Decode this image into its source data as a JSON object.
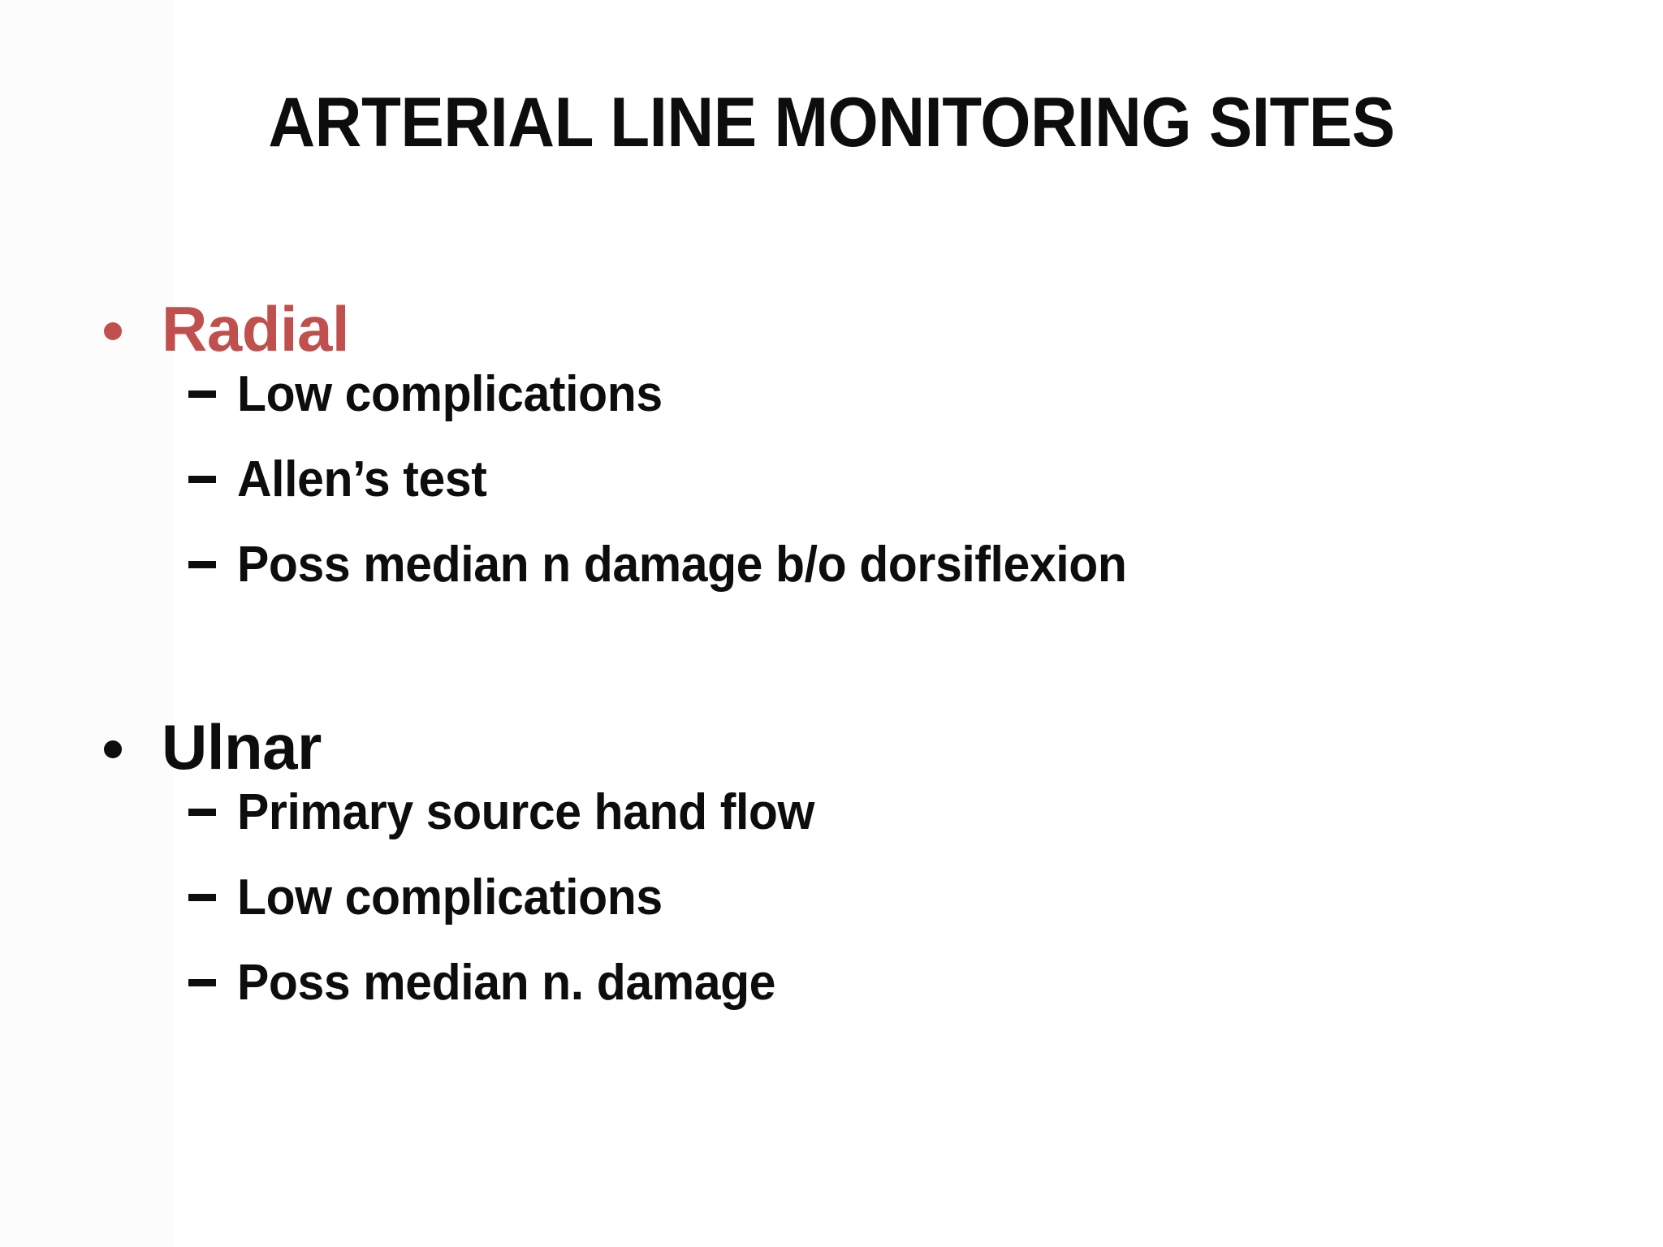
{
  "slide": {
    "title": "ARTERIAL LINE MONITORING SITES",
    "background_color": "#ffffff",
    "accent_color": "#C0504D",
    "text_color": "#0D0D0D",
    "groups": [
      {
        "id": "radial",
        "heading": "Radial",
        "heading_color": "#C0504D",
        "bullet_marker": "filled-circle",
        "items": [
          {
            "marker": "en-dash",
            "text": "Low complications"
          },
          {
            "marker": "en-dash",
            "text": "Allen’s test"
          },
          {
            "marker": "en-dash",
            "text": "Poss median n damage b/o dorsiflexion"
          }
        ]
      },
      {
        "id": "ulnar",
        "heading": "Ulnar",
        "heading_color": "#0D0D0D",
        "bullet_marker": "filled-circle",
        "items": [
          {
            "marker": "en-dash",
            "text": "Primary source hand flow"
          },
          {
            "marker": "en-dash",
            "text": "Low complications"
          },
          {
            "marker": "en-dash",
            "text": "Poss median n. damage"
          }
        ]
      }
    ]
  }
}
